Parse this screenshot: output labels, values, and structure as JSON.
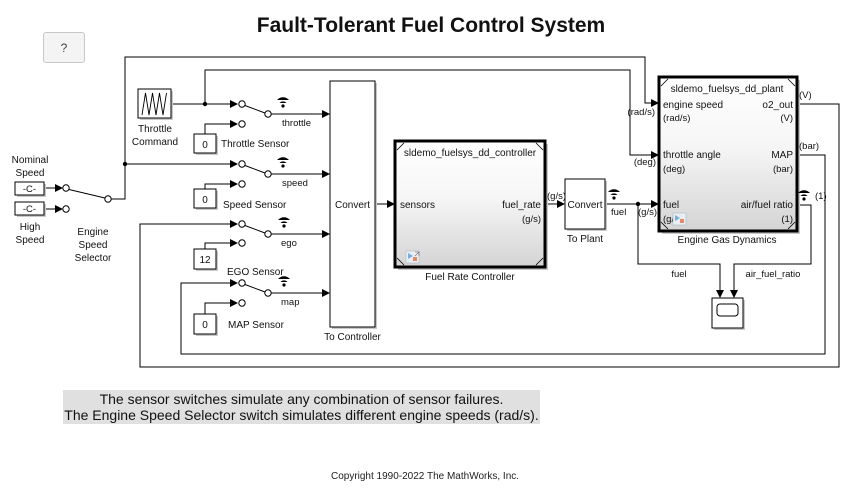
{
  "title": "Fault-Tolerant Fuel Control System",
  "help_button": "?",
  "engine_speed_selector": {
    "nominal": {
      "label_line1": "Nominal",
      "label_line2": "Speed",
      "value": "-C-"
    },
    "high": {
      "label_line1": "High",
      "label_line2": "Speed",
      "value": "-C-"
    },
    "label_line1": "Engine",
    "label_line2": "Speed",
    "label_line3": "Selector"
  },
  "throttle_command": {
    "label_line1": "Throttle",
    "label_line2": "Command"
  },
  "sensors": [
    {
      "name": "Throttle Sensor",
      "value": "0",
      "signal": "throttle"
    },
    {
      "name": "Speed Sensor",
      "value": "0",
      "signal": "speed"
    },
    {
      "name": "EGO Sensor",
      "value": "12",
      "signal": "ego"
    },
    {
      "name": "MAP Sensor",
      "value": "0",
      "signal": "map"
    }
  ],
  "to_controller": {
    "block_text": "Convert",
    "label": "To Controller"
  },
  "controller": {
    "model_ref": "sldemo_fuelsys_dd_controller",
    "label": "Fuel Rate Controller",
    "input": "sensors",
    "output": "fuel_rate",
    "output_unit": "(g/s)",
    "output_signal_unit": "(g/s)"
  },
  "to_plant": {
    "block_text": "Convert",
    "label": "To Plant",
    "signal": "fuel"
  },
  "plant": {
    "model_ref": "sldemo_fuelsys_dd_plant",
    "label": "Engine Gas Dynamics",
    "inputs": [
      {
        "name": "engine speed",
        "unit": "(rad/s)",
        "signal_unit": "(rad/s)"
      },
      {
        "name": "throttle angle",
        "unit": "(deg)",
        "signal_unit": "(deg)"
      },
      {
        "name": "fuel",
        "unit": "(g/s)",
        "signal_unit": "(g/s)"
      }
    ],
    "outputs": [
      {
        "name": "o2_out",
        "unit": "(V)",
        "signal_unit": "(V)"
      },
      {
        "name": "MAP",
        "unit": "(bar)",
        "signal_unit": "(bar)"
      },
      {
        "name": "air/fuel ratio",
        "unit": "(1)",
        "signal_unit": "(1)"
      }
    ]
  },
  "scope": {
    "inputs": [
      "fuel",
      "air_fuel_ratio"
    ]
  },
  "annotation": {
    "line1": "The sensor switches simulate any combination of sensor failures.",
    "line2": "The Engine Speed Selector switch simulates different engine speeds (rad/s)."
  },
  "copyright": "Copyright 1990-2022 The MathWorks, Inc.",
  "colors": {
    "wifi": "#7aaedb",
    "annotation_bg": "#e0e0e0",
    "line": "#000000"
  }
}
